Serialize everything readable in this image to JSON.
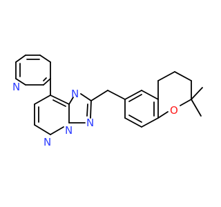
{
  "colors": {
    "background": "#ffffff",
    "bond": "#000000",
    "nitrogen": "#2b3bff",
    "oxygen": "#ff1a1a"
  },
  "labels": {
    "pyridine_n": "N",
    "triazole_n1": "N",
    "triazole_n2": "N",
    "triazole_n3": "N",
    "pyrimidine_n": "N",
    "chroman_o": "O"
  }
}
